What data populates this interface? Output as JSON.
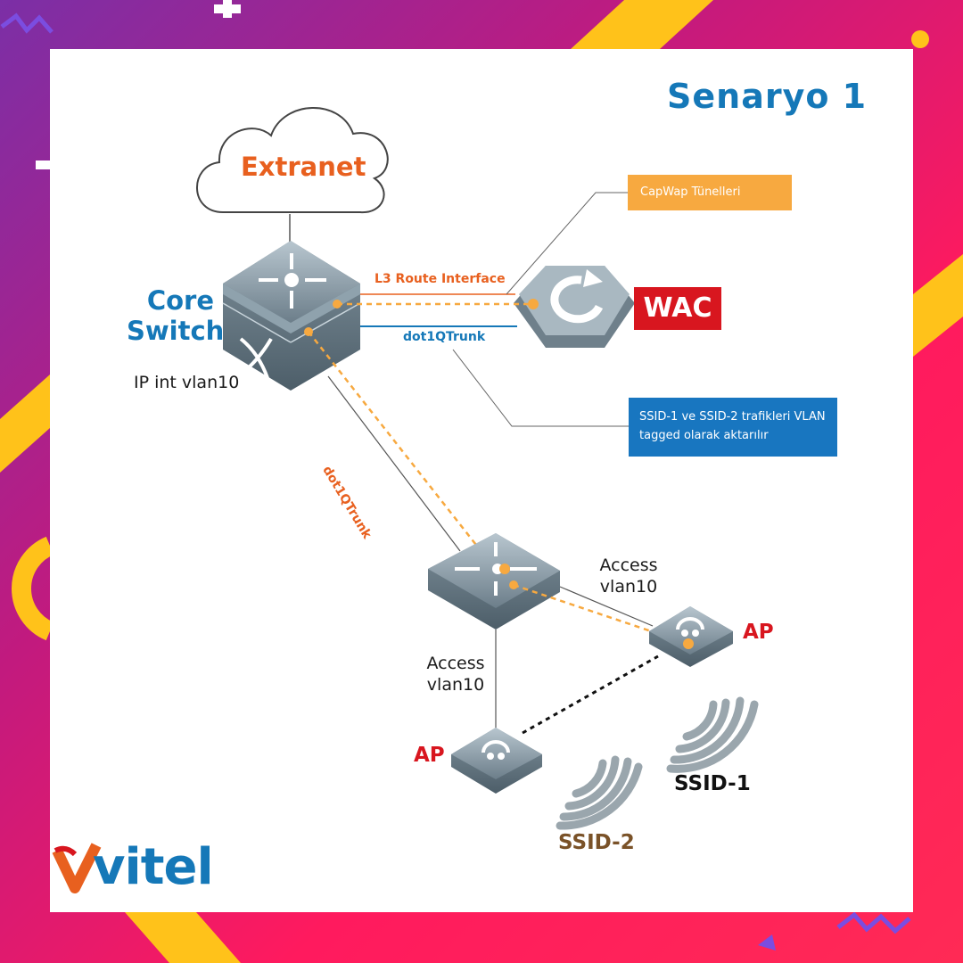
{
  "title": "Senaryo 1",
  "nodes": {
    "extranet": "Extranet",
    "core_switch": "Core Switch",
    "core_ip": "IP int vlan10",
    "wac": "WAC",
    "ap_right": "AP",
    "ap_left": "AP"
  },
  "links": {
    "l3_route": "L3 Route Interface",
    "dot1q_wac": "dot1QTrunk",
    "dot1q_access": "dot1QTrunk",
    "access_right": "Access vlan10",
    "access_left": "Access vlan10"
  },
  "callouts": {
    "capwap": "CapWap Tünelleri",
    "ssid_traffic": "SSID-1 ve SSID-2 trafikleri VLAN tagged olarak aktarılır"
  },
  "ssids": {
    "ssid1": "SSID-1",
    "ssid2": "SSID-2"
  },
  "brand": {
    "logo_text": "vitel",
    "blue": "#1578b8",
    "orange": "#e8601f",
    "red": "#d8161f",
    "capwap_orange": "#f7a940"
  }
}
